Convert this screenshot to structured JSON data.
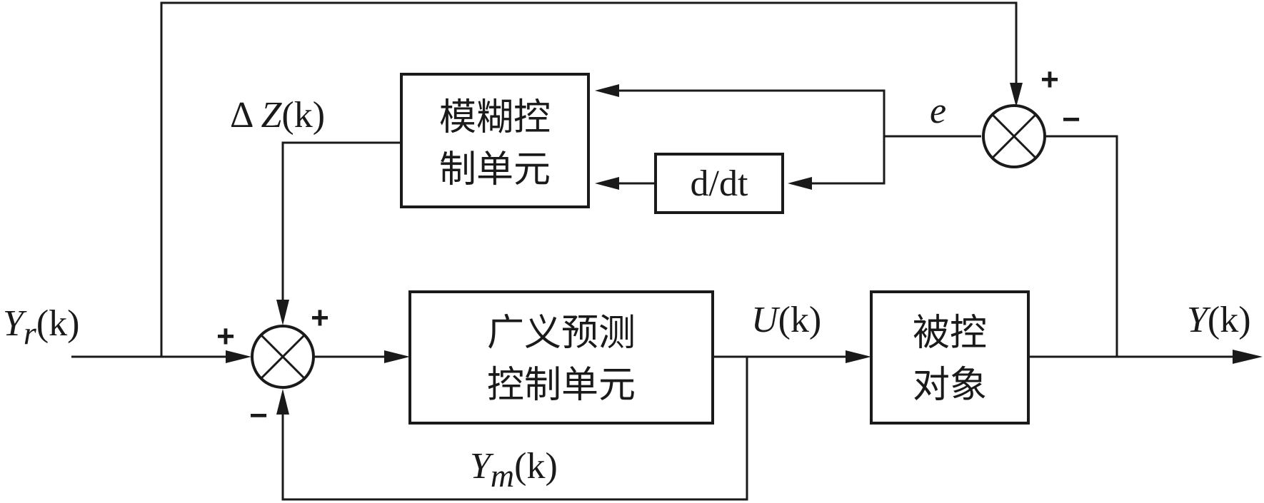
{
  "blocks": {
    "fuzzy": {
      "line1": "模糊控",
      "line2": "制单元"
    },
    "derivative": {
      "label": "d/dt"
    },
    "gpc": {
      "line1": "广义预测",
      "line2": "控制单元"
    },
    "plant": {
      "line1": "被控",
      "line2": "对象"
    }
  },
  "signals": {
    "yr": {
      "main": "Y",
      "sub": "r",
      "arg": "(k)"
    },
    "y": {
      "main": "Y",
      "arg": "(k)"
    },
    "u": {
      "main": "U",
      "arg": "(k)"
    },
    "ym": {
      "main": "Y",
      "sub": "m",
      "arg": "(k)"
    },
    "dz": {
      "delta": "Δ",
      "main": "Z",
      "arg": "(k)"
    },
    "e": {
      "main": "e"
    }
  },
  "signs": {
    "sum1_left": "+",
    "sum1_top": "+",
    "sum1_bottom": "−",
    "sum2_top": "+",
    "sum2_right": "−"
  }
}
